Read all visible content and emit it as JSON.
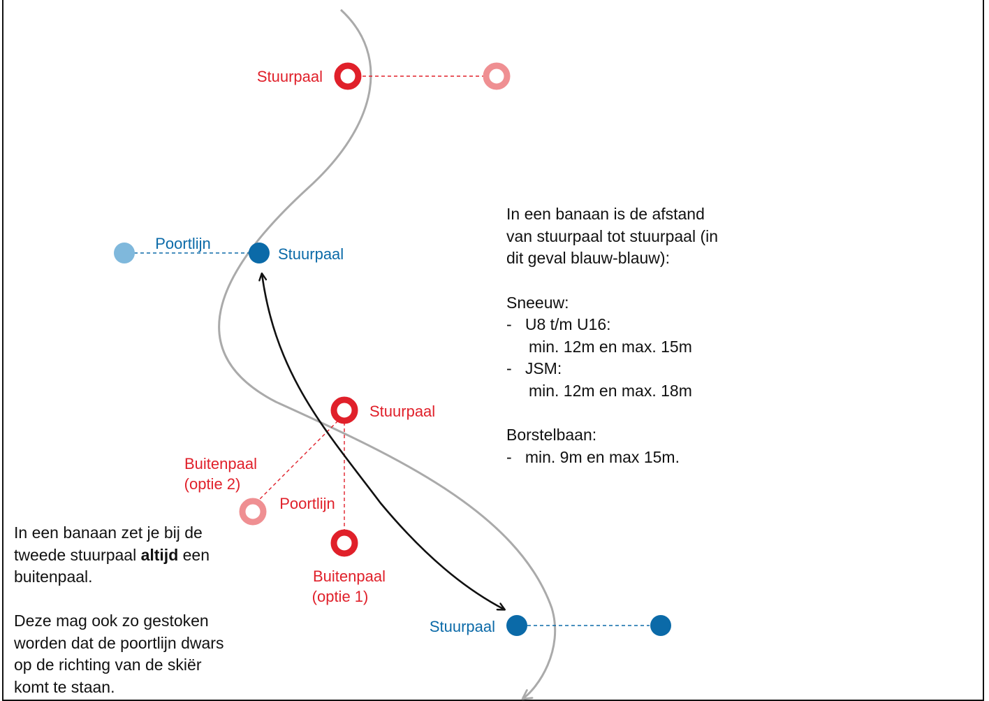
{
  "labels": {
    "stuurpaal": "Stuurpaal",
    "poortlijn": "Poortlijn",
    "buitenpaal_1_line1": "Buitenpaal",
    "buitenpaal_1_line2": "(optie 1)",
    "buitenpaal_2_line1": "Buitenpaal",
    "buitenpaal_2_line2": "(optie 2)"
  },
  "right_text": {
    "intro_line1": "In een banaan is de afstand",
    "intro_line2": "van stuurpaal tot stuurpaal (in",
    "intro_line3": "dit geval blauw-blauw):",
    "snow_heading": "Sneeuw:",
    "snow_item1_line1": "-   U8 t/m U16:",
    "snow_item1_line2": "     min. 12m en max. 15m",
    "snow_item2_line1": "-   JSM:",
    "snow_item2_line2": "     min. 12m en max. 18m",
    "brush_heading": "Borstelbaan:",
    "brush_item1": "-   min. 9m en max 15m."
  },
  "left_text": {
    "p1_line1": "In een banaan zet je bij de",
    "p1_line2_pre": "tweede stuurpaal ",
    "p1_line2_bold": "altijd",
    "p1_line2_post": " een",
    "p1_line3": "buitenpaal.",
    "p2_line1": "Deze mag ook zo gestoken",
    "p2_line2": "worden dat de poortlijn dwars",
    "p2_line3": "op de richting van de skiër",
    "p2_line4": "komt te staan."
  },
  "colors": {
    "red": "#e0202a",
    "light_red": "#ef8f92",
    "blue": "#0b6aa8",
    "light_blue": "#7fb8dc",
    "ski_line": "#aaaaaa",
    "arrow": "#111111"
  }
}
